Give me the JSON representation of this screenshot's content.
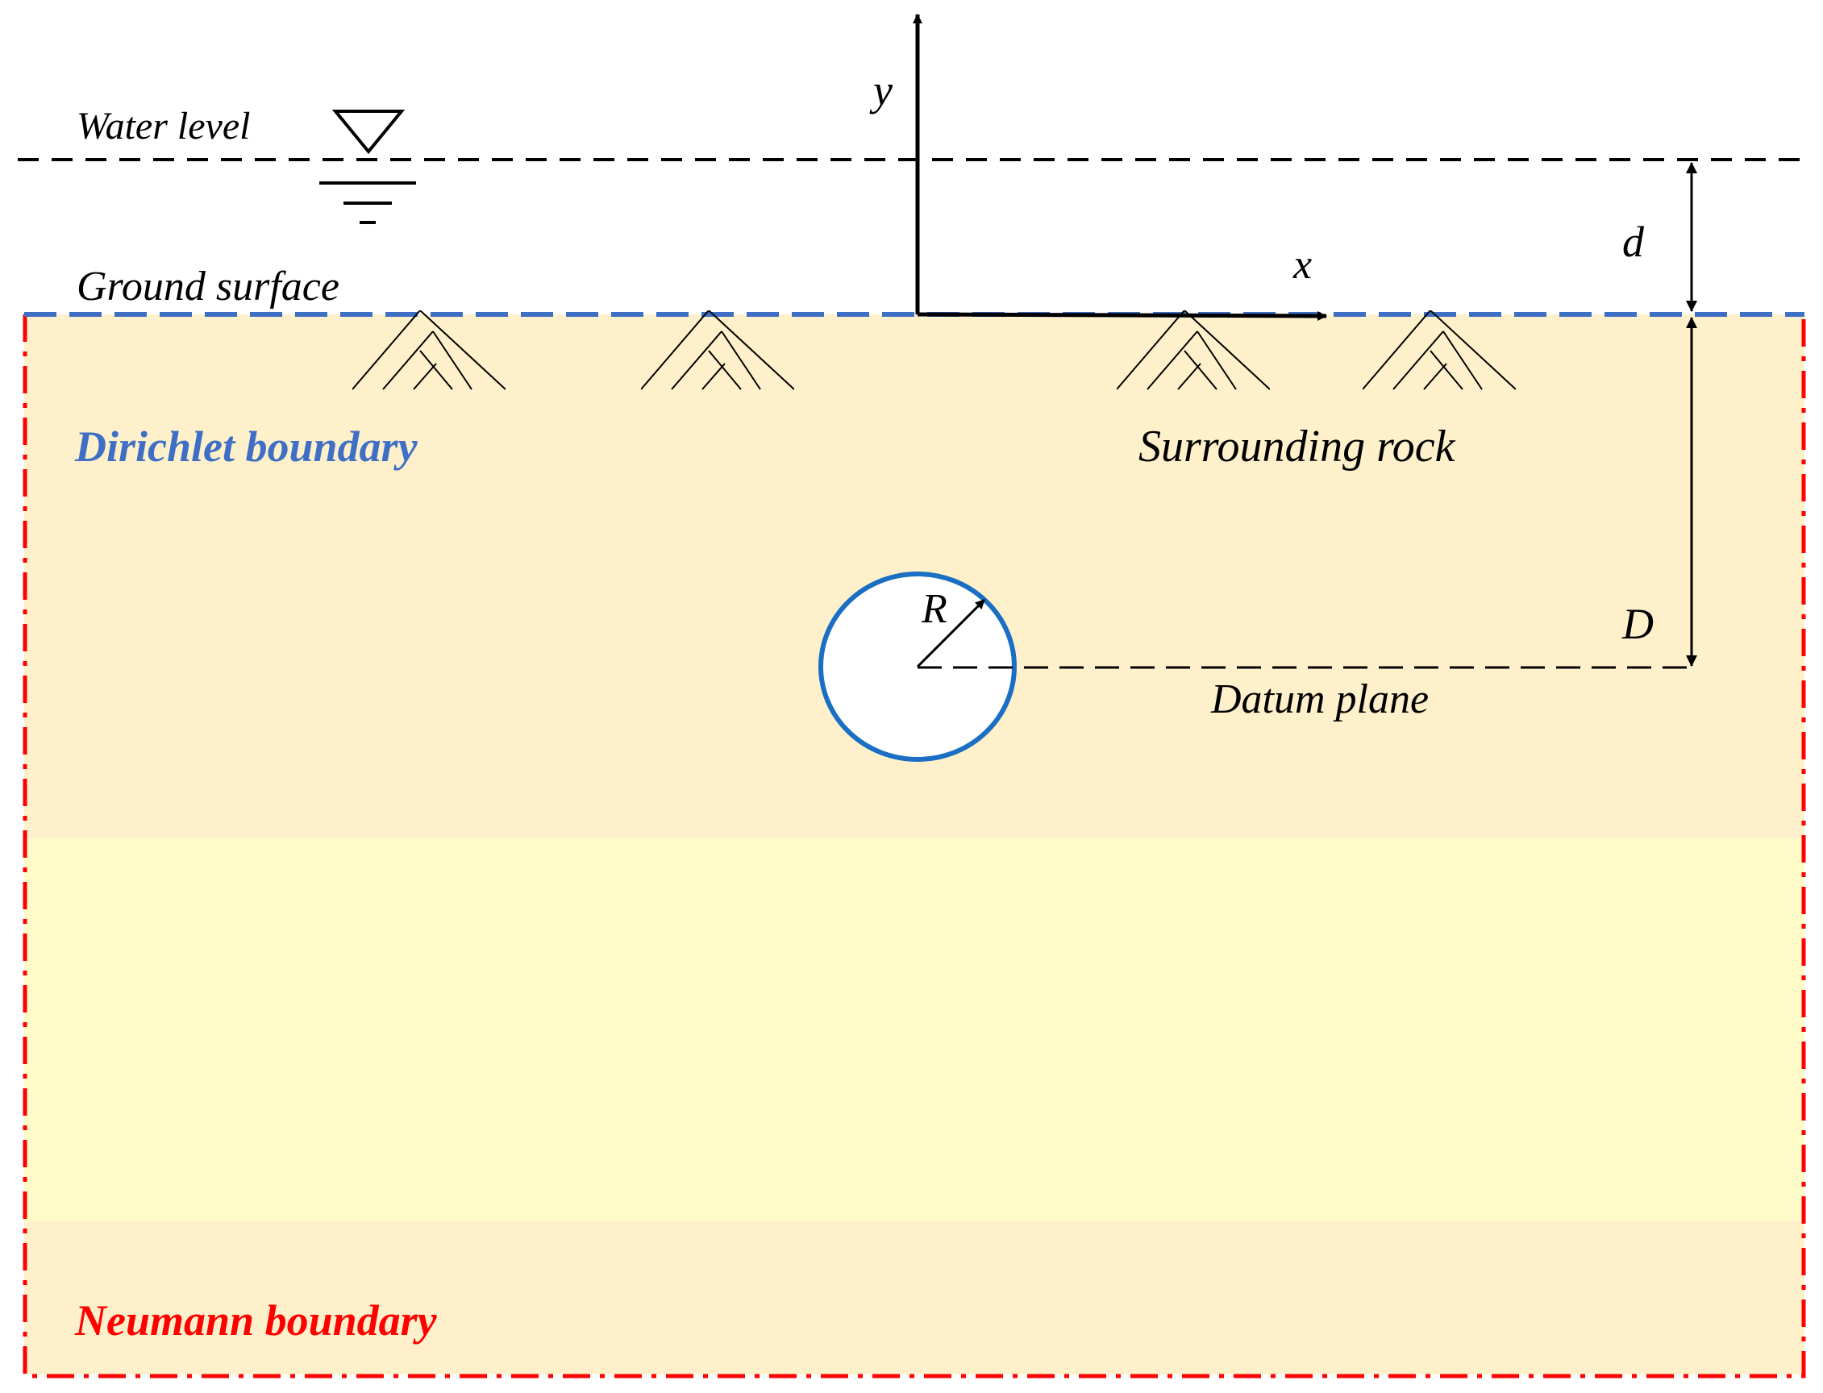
{
  "labels": {
    "water_level": "Water level",
    "ground_surface": "Ground surface",
    "dirichlet_boundary": "Dirichlet boundary",
    "surrounding_rock": "Surrounding rock",
    "neumann_boundary": "Neumann boundary",
    "datum_plane": "Datum plane",
    "axis_x": "x",
    "axis_y": "y",
    "dim_d": "d",
    "dim_D": "D",
    "radius": "R"
  },
  "colors": {
    "dirichlet": "#3f6fc4",
    "neumann": "#ff0000",
    "tunnel": "#1a6fc4",
    "soil_upper": "#fdf0ca",
    "soil_middle": "#fefbc8",
    "soil_lower": "#fdf0ca",
    "line": "#000000"
  },
  "icons": {
    "water_level_symbol": "water-level-triangle-icon",
    "rock_hatch": "rock-hatch-icon"
  }
}
